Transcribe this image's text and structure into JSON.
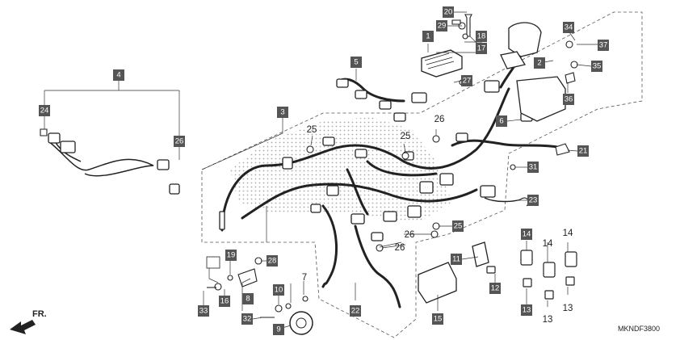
{
  "diagram": {
    "code": "MKNDF3800",
    "direction_label": "FR.",
    "callouts": {
      "c1": "1",
      "c2": "2",
      "c3": "3",
      "c4": "4",
      "c5": "5",
      "c6": "6",
      "c8": "8",
      "c9": "9",
      "c10": "10",
      "c11": "11",
      "c12": "12",
      "c13a": "13",
      "c14a": "14",
      "c15": "15",
      "c16": "16",
      "c17": "17",
      "c18": "18",
      "c19": "19",
      "c20": "20",
      "c21": "21",
      "c22": "22",
      "c23": "23",
      "c24": "24",
      "c25a": "25",
      "c26a": "26",
      "c27": "27",
      "c28": "28",
      "c29": "29",
      "c31": "31",
      "c32": "32",
      "c33": "33",
      "c34": "34",
      "c35": "35",
      "c36": "36",
      "c37": "37"
    },
    "labels": {
      "l25a": "25",
      "l25b": "25",
      "l26a": "26",
      "l26b": "26",
      "l26c": "26",
      "l7": "7",
      "l14a": "14",
      "l14b": "14",
      "l13a": "13",
      "l13b": "13"
    }
  }
}
